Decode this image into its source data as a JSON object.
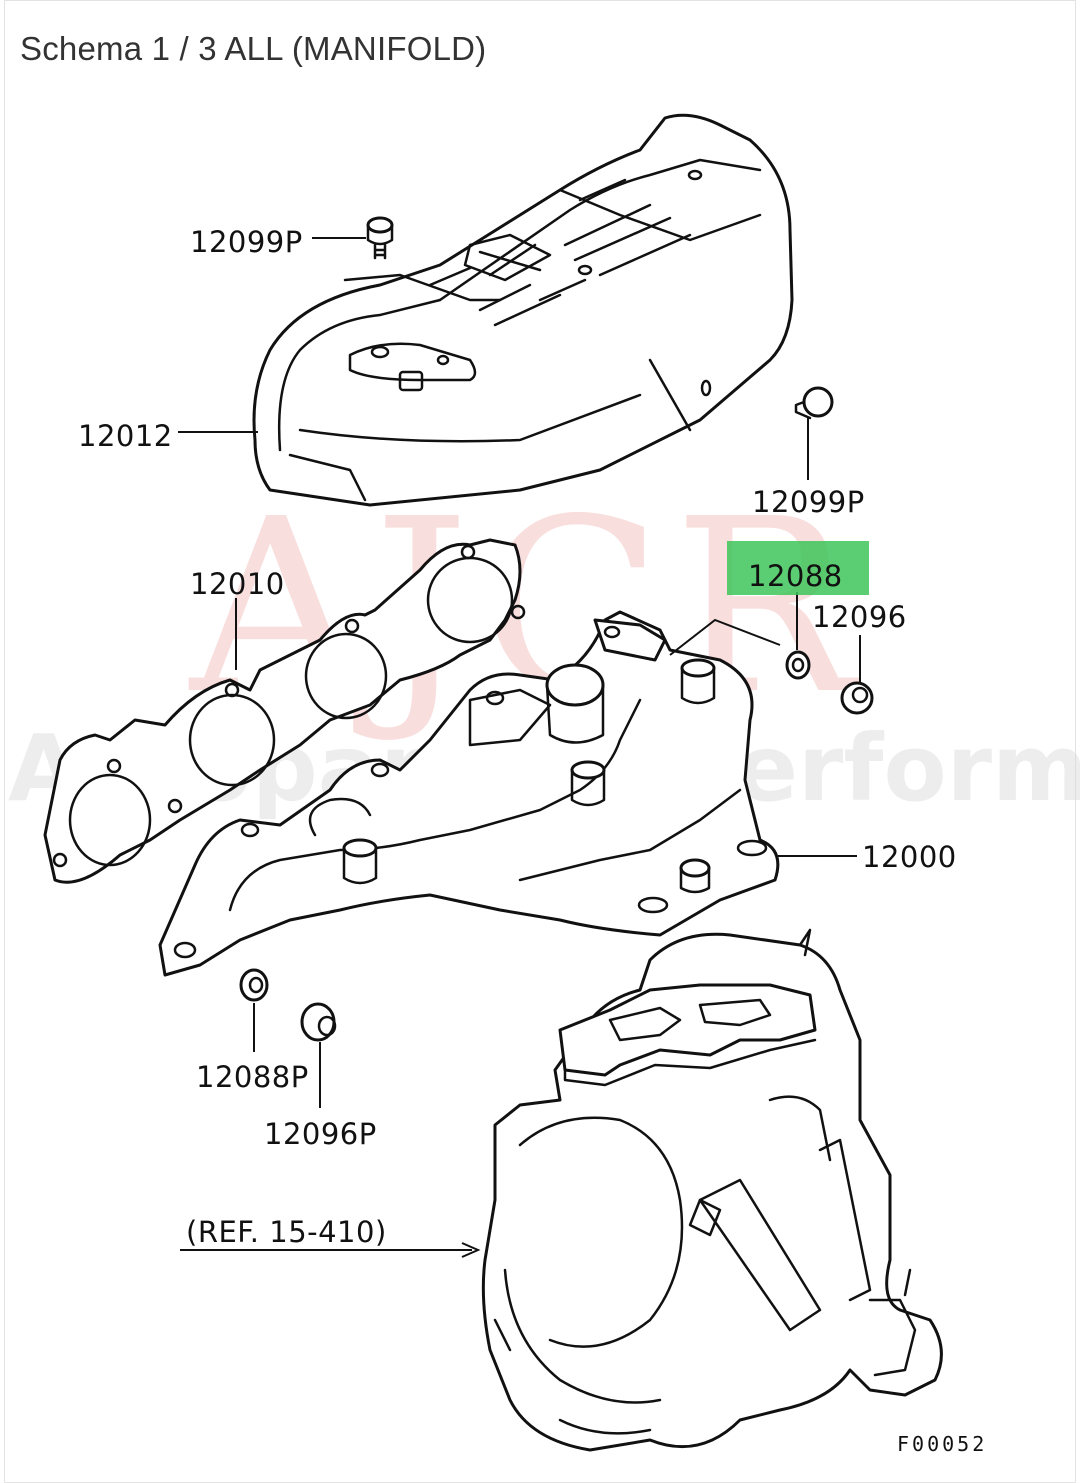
{
  "header": {
    "title": "Schema 1 / 3 ALL (MANIFOLD)"
  },
  "watermark": {
    "main": "AJCR",
    "sub": "Autoparts & Performance",
    "color": "#f2b8b8"
  },
  "highlight_color": "#3ec55a",
  "callouts": {
    "c12099P_top": "12099P",
    "c12012": "12012",
    "c12099P_right": "12099P",
    "c12088": "12088",
    "c12096": "12096",
    "c12010": "12010",
    "c12000": "12000",
    "c12088P": "12088P",
    "c12096P": "12096P",
    "ref": "(REF. 15-410)"
  },
  "figure_code": "F00052"
}
